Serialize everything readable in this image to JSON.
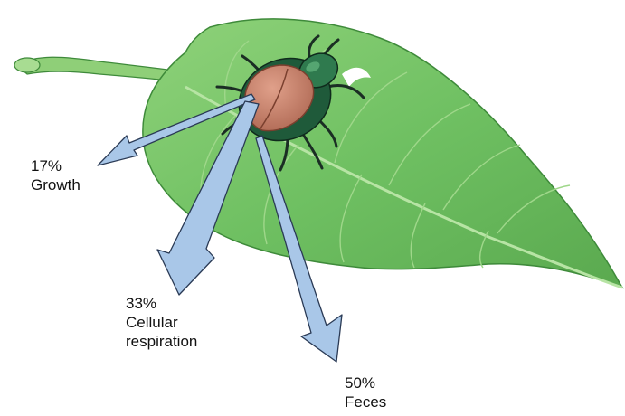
{
  "labels": {
    "growth": {
      "percent": "17%",
      "name": "Growth",
      "value": 17
    },
    "respiration": {
      "percent": "33%",
      "name_line1": "Cellular",
      "name_line2": "respiration",
      "value": 33
    },
    "feces": {
      "percent": "50%",
      "name": "Feces",
      "value": 50
    }
  },
  "colors": {
    "arrow_fill": "#a9c7e8",
    "arrow_stroke": "#2a3a55",
    "leaf": "#6fc062",
    "leaf_dark": "#3e8a3a",
    "beetle_shell": "#c9826e",
    "beetle_body": "#1f5a3a"
  },
  "icons": {
    "leaf": "leaf-illustration",
    "beetle": "beetle-illustration"
  }
}
